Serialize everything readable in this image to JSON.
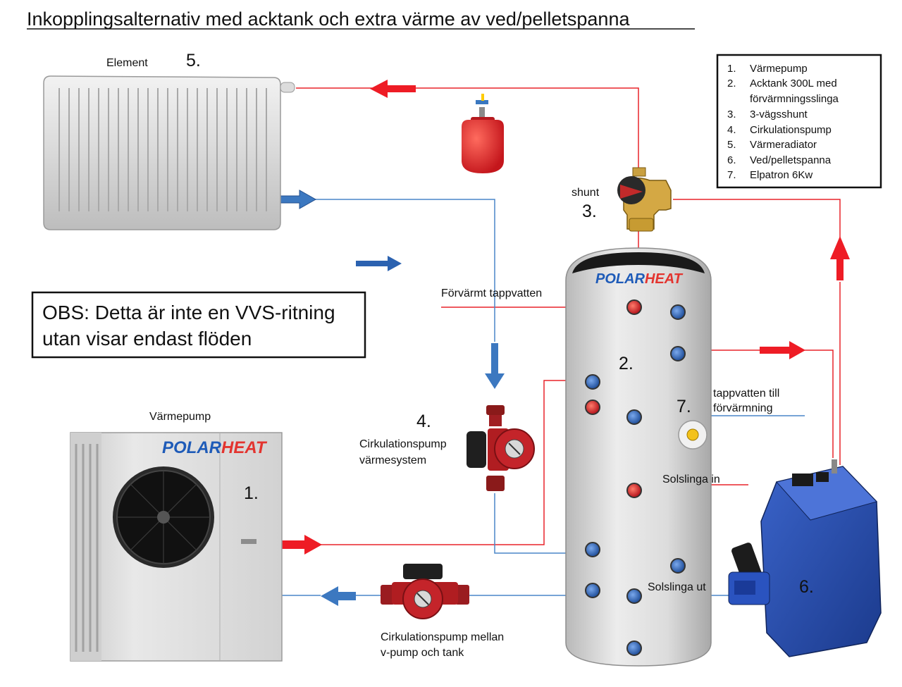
{
  "title": "Inkopplingsalternativ med acktank och extra värme av ved/pelletspanna",
  "legend": {
    "items": [
      {
        "num": "1.",
        "text": "Värmepump"
      },
      {
        "num": "2.",
        "text": "Acktank 300L med"
      },
      {
        "num": "",
        "text": "förvärmningsslinga"
      },
      {
        "num": "3.",
        "text": "3-vägsshunt"
      },
      {
        "num": "4.",
        "text": "Cirkulationspump"
      },
      {
        "num": "5.",
        "text": "Värmeradiator"
      },
      {
        "num": "6.",
        "text": "Ved/pelletspanna"
      },
      {
        "num": "7.",
        "text": "Elpatron 6Kw"
      }
    ]
  },
  "notice": {
    "line1": "OBS: Detta är inte en VVS-ritning",
    "line2": "utan visar endast flöden"
  },
  "labels": {
    "element": "Element",
    "element_num": "5.",
    "shunt": "shunt",
    "shunt_num": "3.",
    "preheated_water": "Förvärmt tappvatten",
    "tank_num": "2.",
    "tap_water_line1": "tappvatten till",
    "tap_water_line2": "förvärmning",
    "elpatron_num": "7.",
    "pump_num": "4.",
    "pump_label_line1": "Cirkulationspump",
    "pump_label_line2": "värmesystem",
    "heatpump": "Värmepump",
    "heatpump_num": "1.",
    "solar_in": "Solslinga in",
    "solar_out": "Solslinga  ut",
    "boiler_num": "6.",
    "pump2_line1": "Cirkulationspump  mellan",
    "pump2_line2": "v-pump och  tank",
    "brand_heatpump": "POLARHEAT",
    "brand_tank": "POLARHEAT"
  },
  "colors": {
    "hot_pipe": "#e8242a",
    "cold_pipe": "#4a86c8",
    "hot_arrow": "#ee1c25",
    "cold_arrow": "#3c78c0",
    "brand_blue": "#1e5bb8",
    "brand_red": "#e3342f"
  },
  "icons": [
    "radiator-icon",
    "expansion-tank-icon",
    "shunt-valve-icon",
    "circulation-pump-icon",
    "heat-pump-icon",
    "accumulator-tank-icon",
    "pellet-boiler-icon",
    "immersion-heater-icon"
  ]
}
